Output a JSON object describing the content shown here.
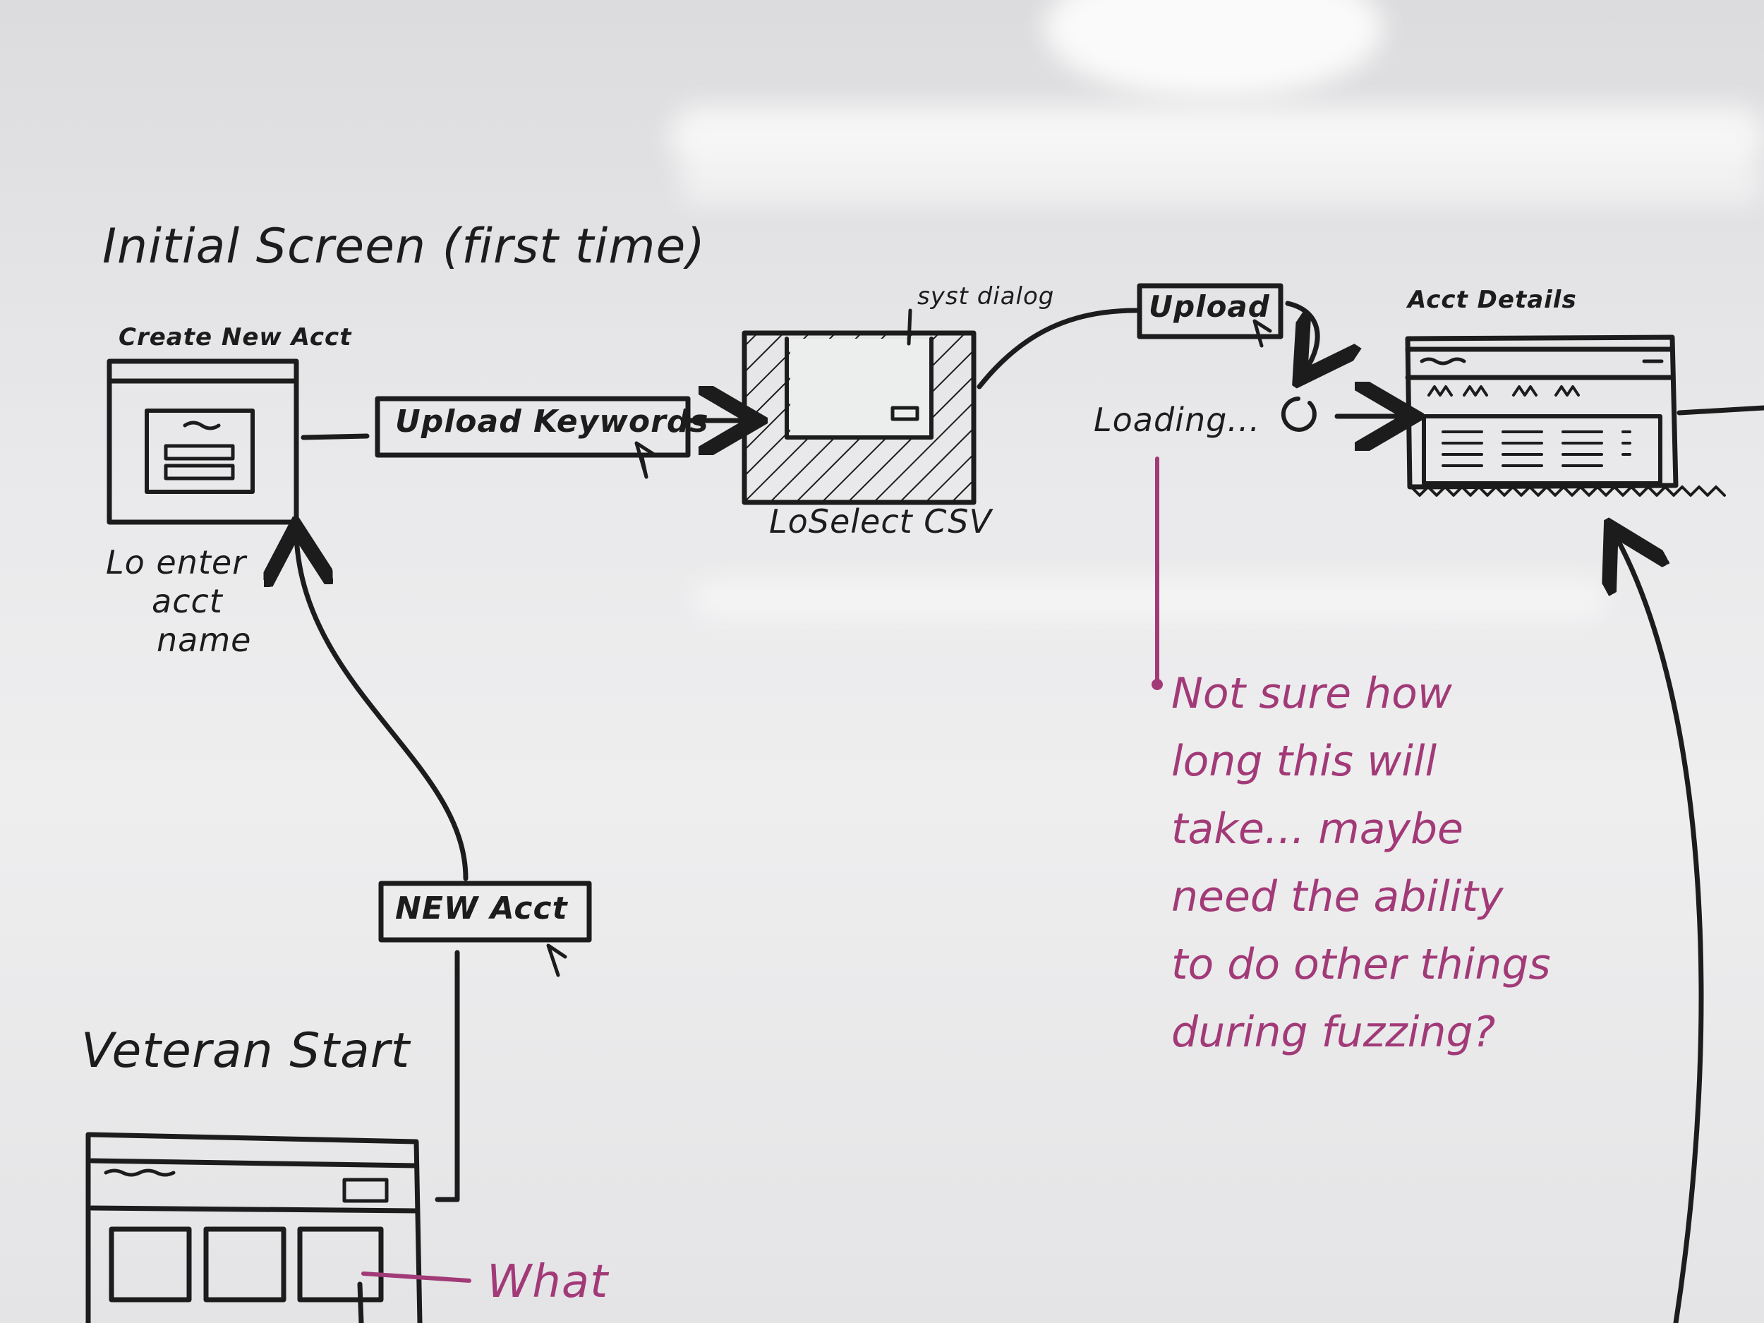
{
  "title_initial": "Initial Screen (first time)",
  "title_veteran": "Veteran Start",
  "create_new_acct_label": "Create New Acct",
  "enter_acct_name_lines": [
    "Lo enter",
    "acct",
    "name"
  ],
  "upload_keywords_button": "Upload Keywords",
  "syst_dialog_label": "syst dialog",
  "select_csv_label": "LoSelect CSV",
  "upload_button": "Upload",
  "loading_text": "Loading...",
  "acct_details_label": "Acct Details",
  "new_acct_button": "NEW Acct",
  "note_lines": [
    "Not sure how",
    "long this will",
    "take... maybe",
    "need the ability",
    "to do other things",
    "during fuzzing?"
  ],
  "what_note": "What",
  "colors": {
    "marker_black": "#1c1c1c",
    "marker_pink": "#a23a78",
    "board": "#e9e9eb"
  }
}
